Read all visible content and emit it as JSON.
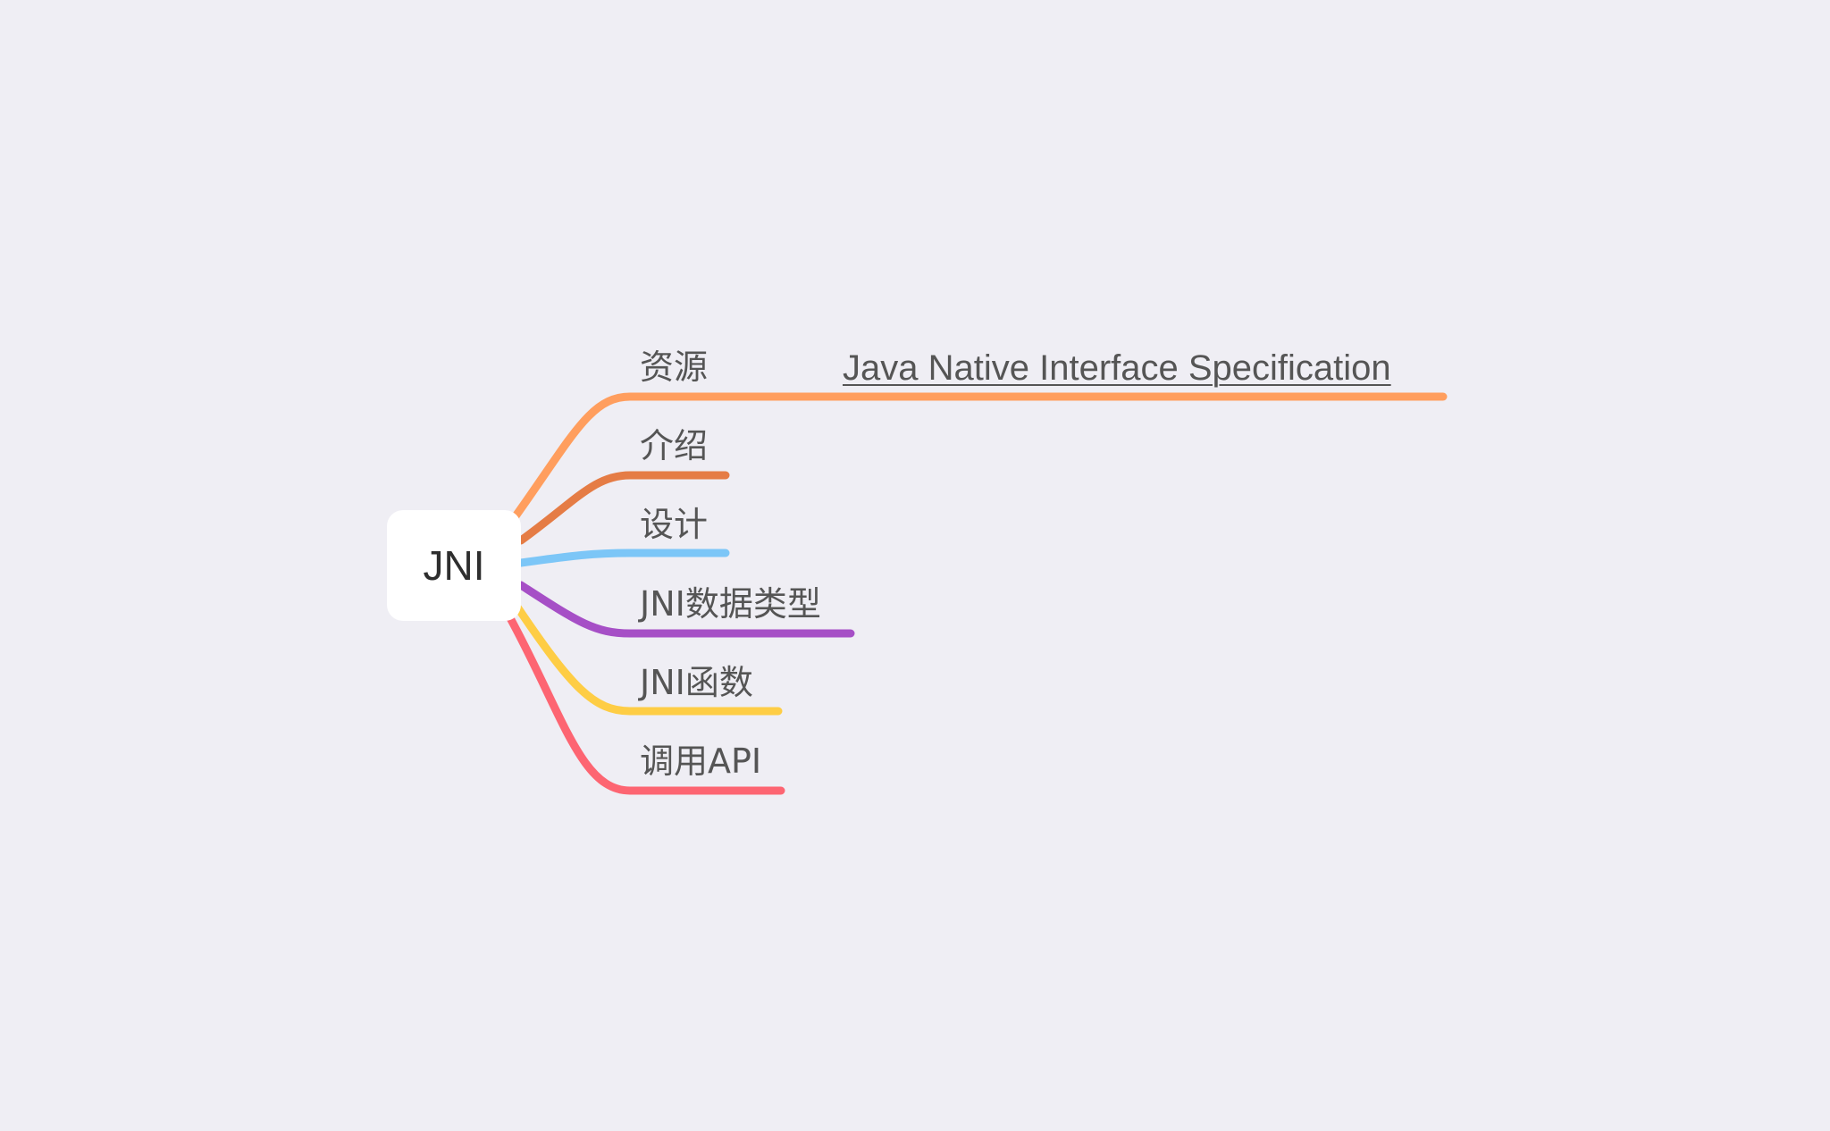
{
  "root": {
    "label": "JNI"
  },
  "branches": [
    {
      "label": "资源",
      "color": "#ff9e5e",
      "children": [
        {
          "label": "Java Native Interface Specification",
          "is_link": true
        }
      ]
    },
    {
      "label": "介绍",
      "color": "#e57c45",
      "children": []
    },
    {
      "label": "设计",
      "color": "#7cc6f7",
      "children": []
    },
    {
      "label": "JNI数据类型",
      "color": "#a64fc6",
      "children": []
    },
    {
      "label": "JNI函数",
      "color": "#fecd45",
      "children": []
    },
    {
      "label": "调用API",
      "color": "#fd6572",
      "children": []
    }
  ]
}
